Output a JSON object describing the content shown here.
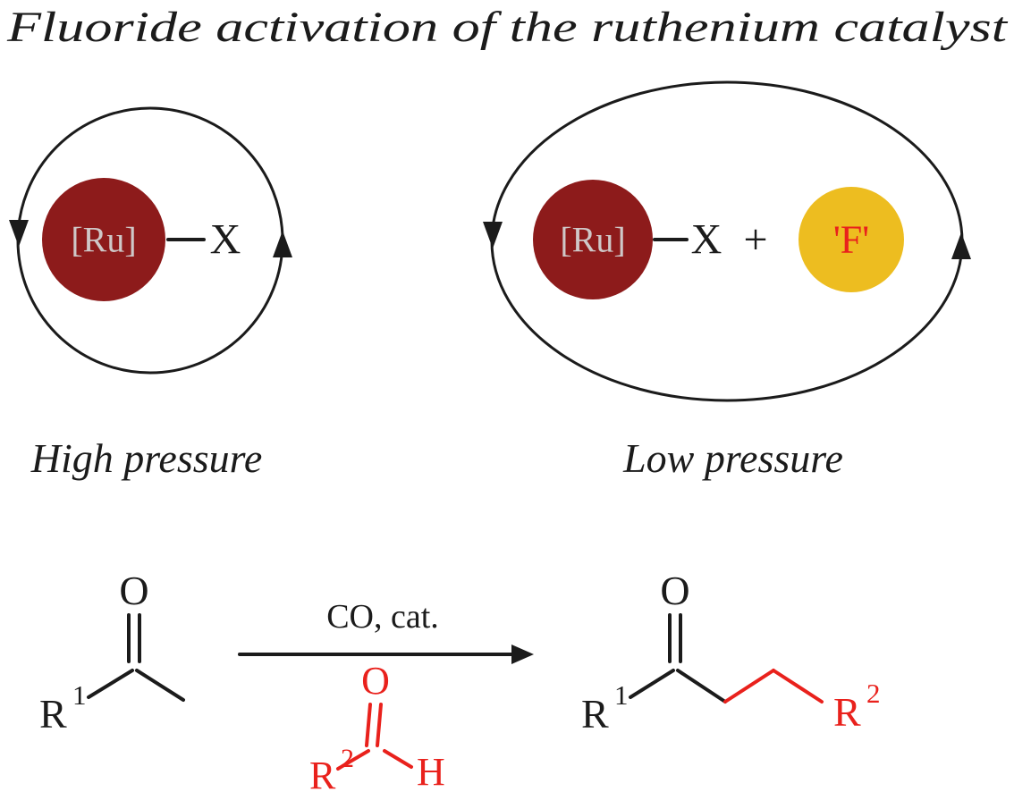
{
  "title": "Fluoride activation of the ruthenium catalyst",
  "colors": {
    "maroon": "#8d1b1b",
    "complex_label_gray": "#cfc8c8",
    "yellow": "#edbd20",
    "red": "#e9211c",
    "ink": "#1b1b1b"
  },
  "high_pressure_cycle": {
    "complex_label": "[Ru]",
    "ligand_label": "X",
    "caption": "High pressure"
  },
  "low_pressure_cycle": {
    "complex_label": "[Ru]",
    "ligand_label": "X",
    "plus_sign": "+",
    "fluoride_label": "'F'",
    "caption": "Low pressure"
  },
  "reaction": {
    "conditions": "CO, cat.",
    "ketone": {
      "r_base": "R",
      "r_sup": "1",
      "oxygen": "O"
    },
    "aldehyde": {
      "r_base": "R",
      "r_sup": "2",
      "oxygen": "O",
      "hydrogen": "H"
    },
    "product": {
      "r1_base": "R",
      "r1_sup": "1",
      "oxygen": "O",
      "r2_base": "R",
      "r2_sup": "2"
    }
  }
}
